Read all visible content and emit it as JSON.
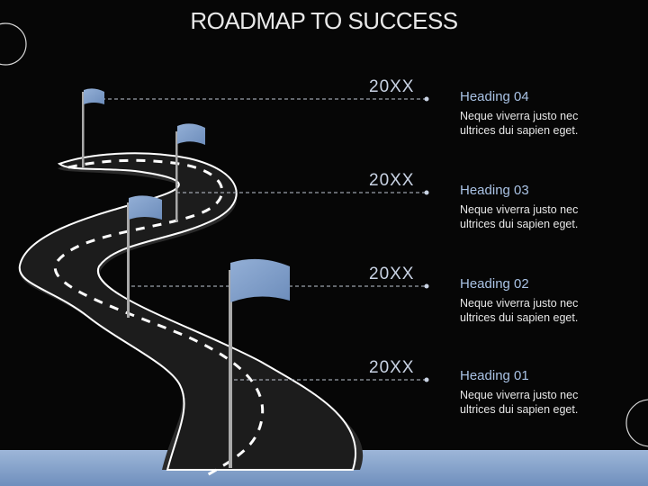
{
  "title": "ROADMAP TO SUCCESS",
  "milestones": [
    {
      "year": "20XX",
      "heading": "Heading 04",
      "text": "Neque viverra justo nec ultrices dui sapien eget."
    },
    {
      "year": "20XX",
      "heading": "Heading 03",
      "text": "Neque viverra justo nec ultrices dui sapien eget."
    },
    {
      "year": "20XX",
      "heading": "Heading 02",
      "text": "Neque viverra justo nec ultrices dui sapien eget."
    },
    {
      "year": "20XX",
      "heading": "Heading 01",
      "text": "Neque viverra justo nec ultrices dui sapien eget."
    }
  ],
  "colors": {
    "background": "#060606",
    "accent": "#7f9cc6",
    "road": "#1c1c1c",
    "road_edge": "#ffffff"
  },
  "icons": [
    "flag-icon",
    "road-illustration"
  ]
}
